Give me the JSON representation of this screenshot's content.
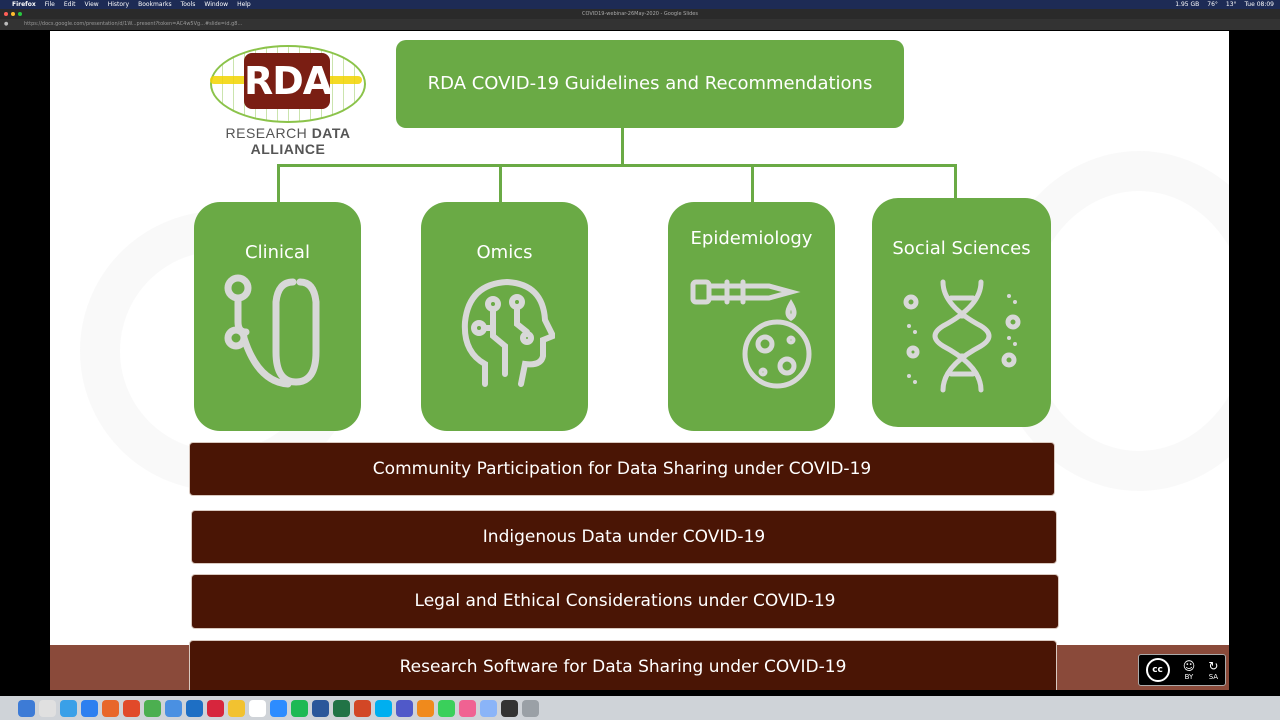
{
  "menubar": {
    "apple": "",
    "app": "Firefox",
    "items": [
      "File",
      "Edit",
      "View",
      "History",
      "Bookmarks",
      "Tools",
      "Window",
      "Help"
    ],
    "status": [
      "1.95 GB",
      "76°",
      "13°",
      "Tue 08:09"
    ]
  },
  "browser": {
    "window_title": "COVID19-webinar-26May-2020 - Google Slides",
    "url": "https://docs.google.com/presentation/d/1W...present?token=AC4w5Vg...#slide=id.g8..."
  },
  "slide": {
    "logo": {
      "abbr": "RDA",
      "tagline_regular": "RESEARCH ",
      "tagline_bold": "DATA ALLIANCE"
    },
    "title": "RDA COVID-19 Guidelines and Recommendations",
    "domains": [
      {
        "label": "Clinical",
        "icon": "stethoscope-icon"
      },
      {
        "label": "Omics",
        "icon": "head-circuit-icon"
      },
      {
        "label": "Epidemiology",
        "icon": "pipette-petri-dish-icon"
      },
      {
        "label": "Social Sciences",
        "icon": "dna-icon"
      }
    ],
    "themes": [
      "Community Participation for Data Sharing under COVID-19",
      "Indigenous Data under COVID-19",
      "Legal and Ethical Considerations under COVID-19",
      "Research Software for Data Sharing under COVID-19"
    ],
    "license": {
      "icon": "cc-by-sa-icon",
      "by": "BY",
      "sa": "SA"
    }
  },
  "colors": {
    "green": "#6aaa45",
    "dark_brown": "#4a1505",
    "footer": "#8a4a3a",
    "icon_gray": "#d8d8d8"
  },
  "dock": {
    "icons": [
      "finder-icon",
      "launchpad-icon",
      "safari-icon",
      "app-store-icon",
      "firefox-icon",
      "brave-icon",
      "chrome-icon",
      "mail-icon",
      "outlook-icon",
      "opera-icon",
      "notes-icon",
      "calendar-icon",
      "zoom-icon",
      "spotify-icon",
      "word-icon",
      "excel-icon",
      "powerpoint-icon",
      "skype-icon",
      "teams-icon",
      "vlc-icon",
      "messages-icon",
      "itunes-icon",
      "preview-icon",
      "terminal-icon",
      "trash-icon"
    ]
  }
}
